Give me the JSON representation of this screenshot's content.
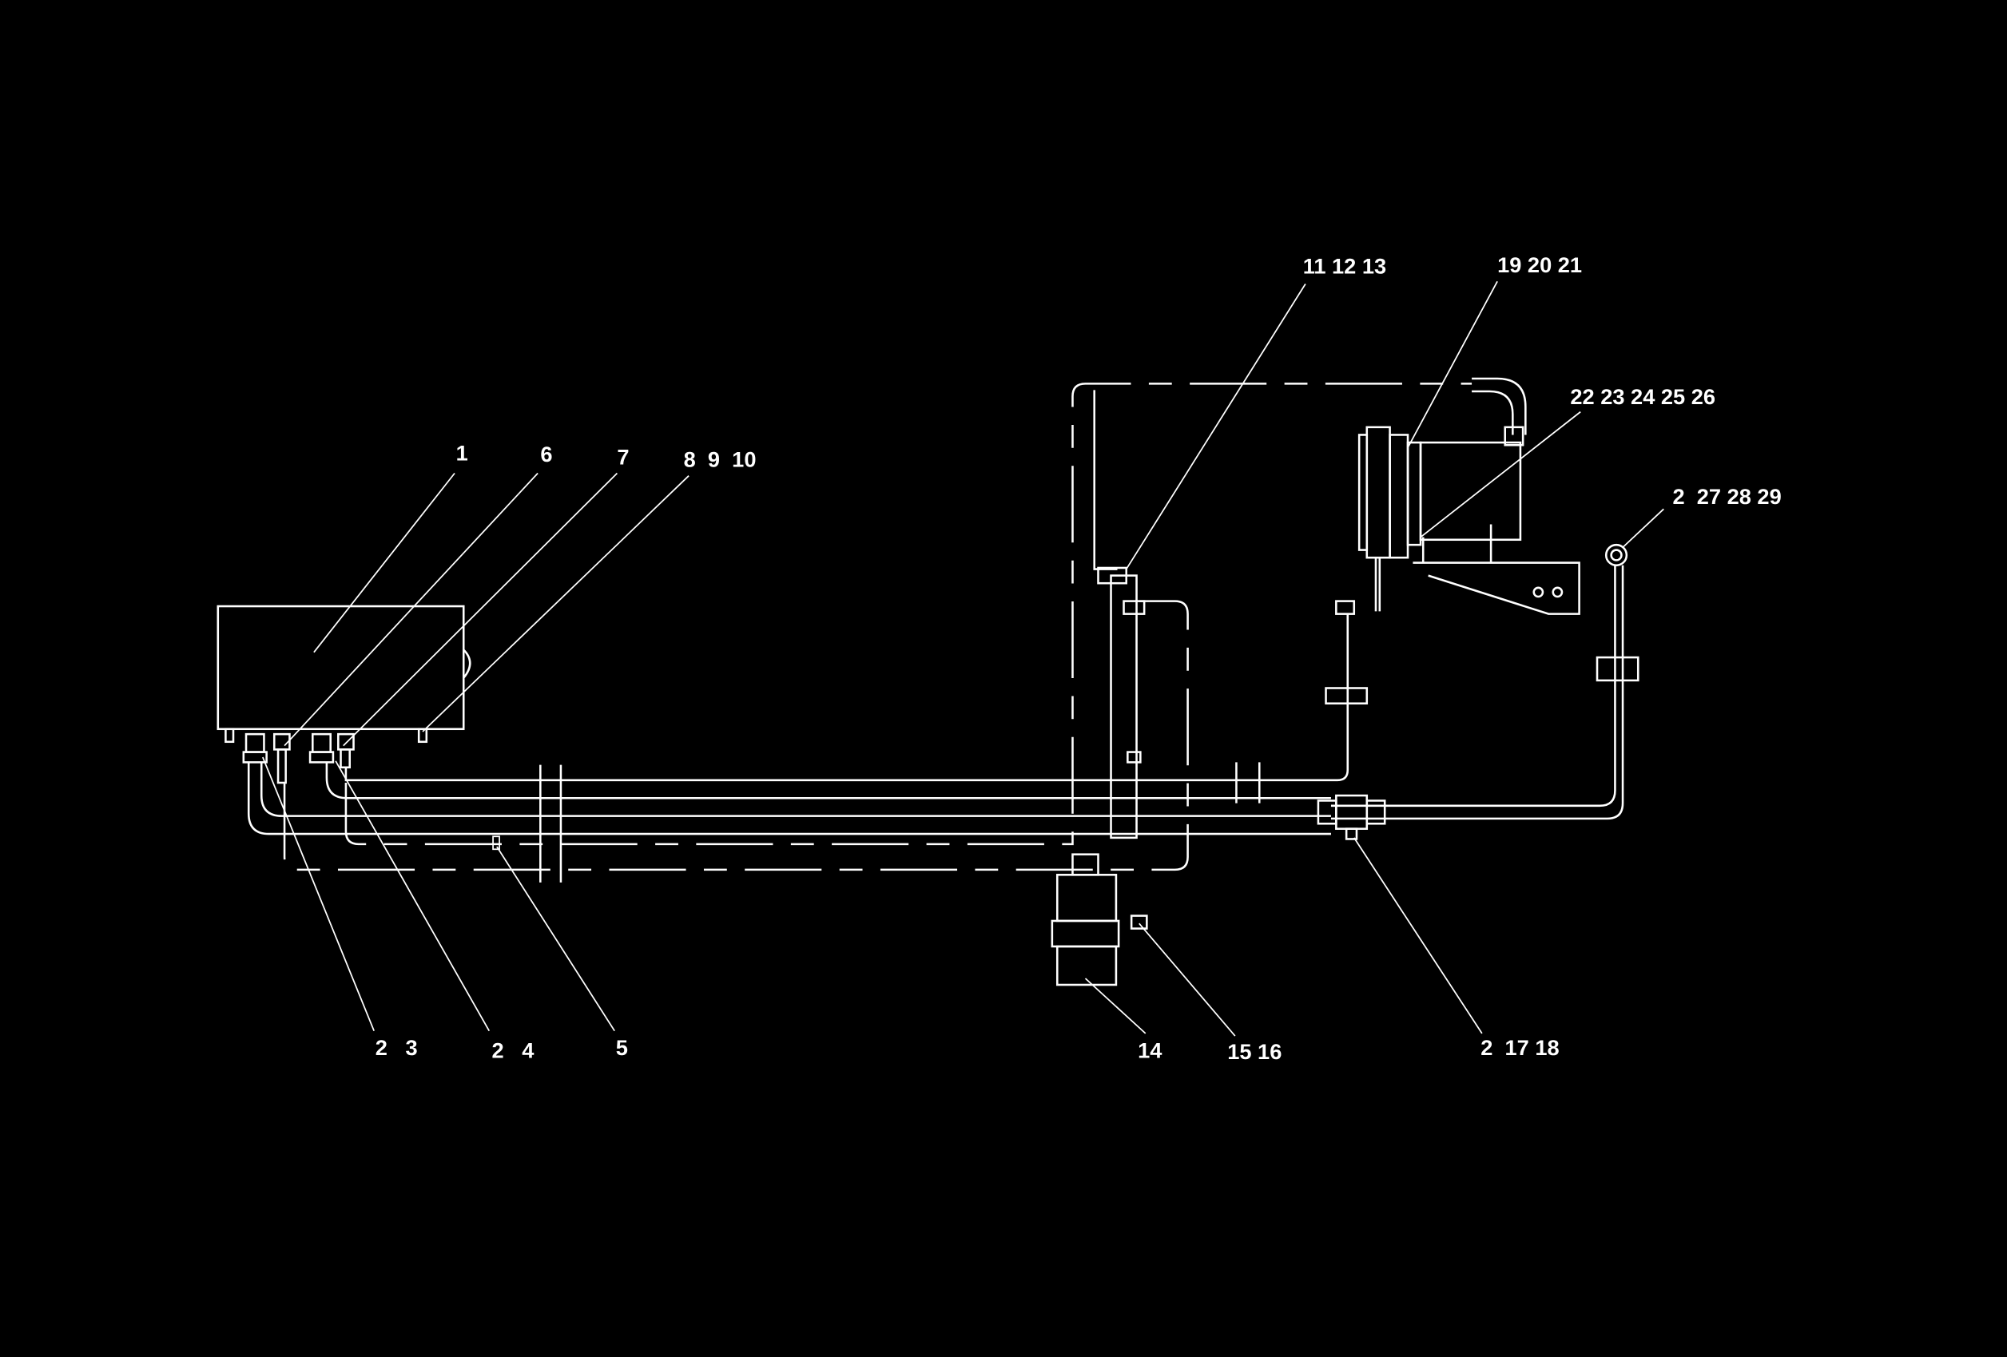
{
  "diagram": {
    "background": "#000000",
    "line_color": "#ffffff",
    "callouts": {
      "c1": "1",
      "c6": "6",
      "c7": "7",
      "c8": "8  9  10",
      "c11": "11 12 13",
      "c19": "19 20 21",
      "c22": "22 23 24 25 26",
      "c2_27": "2  27 28 29",
      "c2_3": "2   3",
      "c2_4": "2   4",
      "c5": "5",
      "c14": "14",
      "c15": "15 16",
      "c2_17": "2  17 18"
    }
  }
}
